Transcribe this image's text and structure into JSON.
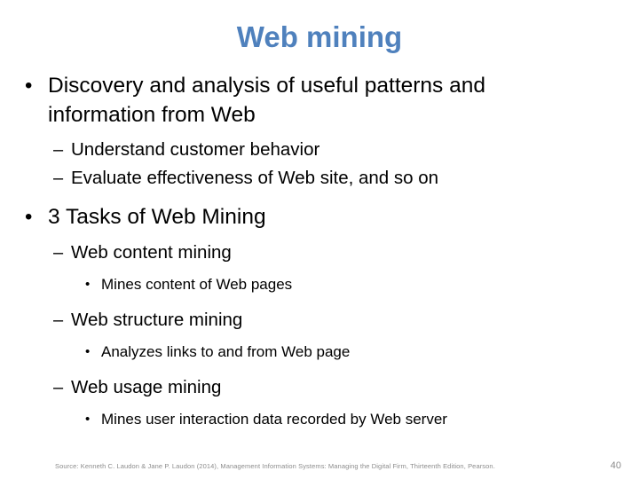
{
  "slide": {
    "title": "Web mining",
    "title_color": "#4f81bd",
    "background_color": "#ffffff",
    "text_color": "#000000"
  },
  "bullets": {
    "b1": {
      "marker": "•",
      "text": "Discovery and analysis of useful patterns and information from Web"
    },
    "b1s1": {
      "marker": "–",
      "text": "Understand customer behavior"
    },
    "b1s2": {
      "marker": "–",
      "text": "Evaluate effectiveness of Web site, and so on"
    },
    "b2": {
      "marker": "•",
      "text": "3 Tasks of Web Mining"
    },
    "b2s1": {
      "marker": "–",
      "text": "Web content mining"
    },
    "b2s1a": {
      "marker": "•",
      "text": "Mines content of Web pages"
    },
    "b2s2": {
      "marker": "–",
      "text": "Web structure mining"
    },
    "b2s2a": {
      "marker": "•",
      "text": "Analyzes links to and from Web page"
    },
    "b2s3": {
      "marker": "–",
      "text": "Web usage mining"
    },
    "b2s3a": {
      "marker": "•",
      "text": "Mines user interaction data recorded by Web server"
    }
  },
  "footer": {
    "source": "Source: Kenneth C. Laudon & Jane P. Laudon (2014), Management Information Systems: Managing the Digital Firm, Thirteenth Edition, Pearson.",
    "source_color": "#8c8c8c",
    "page_number": "40"
  }
}
